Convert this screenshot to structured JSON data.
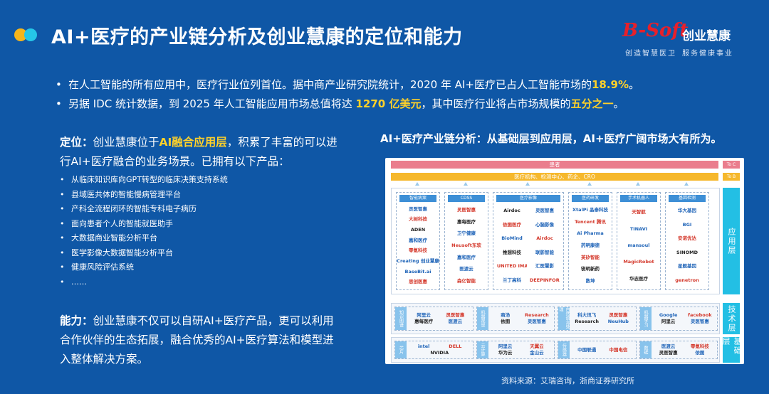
{
  "header": {
    "title": "AI+医疗的产业链分析及创业慧康的定位和能力",
    "logo_mark": "B-Soft",
    "logo_name": "创业慧康",
    "logo_slogan_1": "创造智慧医卫",
    "logo_slogan_2": "服务健康事业"
  },
  "bullets": [
    {
      "pre": "在人工智能的所有应用中，医疗行业位列首位。据中商产业研究院统计，2020 年 AI+医疗已占人工智能市场的",
      "hl": "18.9%",
      "post": "。"
    },
    {
      "pre": "另据 IDC 统计数据，到 2025 年人工智能应用市场总值将达 ",
      "hl": "1270 亿美元",
      "post": "，其中医疗行业将占市场规模的",
      "hl2": "五分之一",
      "post2": "。"
    }
  ],
  "positioning": {
    "label": "定位：",
    "pre": "创业慧康位于",
    "hl": "AI融合应用层",
    "post": "，积累了丰富的可以进行AI+医疗融合的业务场景。已拥有以下产品：",
    "products": [
      "从临床知识库向GPT转型的临床决策支持系统",
      "县域医共体的智能慢病管理平台",
      "产科全流程闭环的智能专科电子病历",
      "面向患者个人的智能就医助手",
      "大数据商业智能分析平台",
      "医学影像大数据智能分析平台",
      "健康风险评估系统",
      "……"
    ]
  },
  "capability": {
    "label": "能力：",
    "text": "创业慧康不仅可以自研AI+医疗产品，更可以利用合作伙伴的生态拓展，融合优秀的AI+医疗算法和模型进入整体解决方案。"
  },
  "chain": {
    "title": "AI+医疗产业链分析：从基础层到应用层，AI+医疗广阔市场大有所为。",
    "bar_top": "患者",
    "bar_mid": "医疗机构、检测中心、药企、CRO",
    "tag_top": "To C",
    "tag_mid": "To B",
    "layer_app": "应用层",
    "layer_tech": "技术层",
    "layer_base": "基础层",
    "app_columns": [
      {
        "head": "智能病案",
        "items": [
          "灵医智惠",
          "大树科技",
          "ADEN",
          "嘉和医疗",
          "零氪科技",
          "Creating 创业慧康",
          "BaseBit.ai",
          "思创医惠"
        ]
      },
      {
        "head": "CDSS",
        "items": [
          "灵医智惠",
          "惠每医疗",
          "卫宁健康",
          "Neusoft东软",
          "嘉和医疗",
          "医渡云",
          "森亿智能"
        ]
      },
      {
        "head": "医疗影像",
        "items": [
          "Airdoc",
          "灵医智惠",
          "依图医疗",
          "心脑影像",
          "BioMind",
          "Airdoc",
          "推想科技",
          "联影智能",
          "UNITED IMAGING",
          "汇医慧影",
          "兰丁高科",
          "DEEPINFORMATICS++"
        ]
      },
      {
        "head": "医药研发",
        "items": [
          "XtalPi 晶泰科技",
          "Tencent 腾讯",
          "Ai Pharma",
          "药明康德",
          "英矽智能",
          "锐明新药",
          "数坤"
        ]
      },
      {
        "head": "手术机器人",
        "items": [
          "天智航",
          "TINAVI",
          "mansoul",
          "MagicRobot",
          "华志医疗"
        ]
      },
      {
        "head": "基因检测",
        "items": [
          "华大基因",
          "BGI",
          "安诺优达",
          "SINOMD",
          "星舰基因",
          "genetron"
        ]
      }
    ],
    "tech_groups": [
      {
        "label": "知识图谱",
        "items": [
          "阿里云",
          "灵医智惠",
          "惠每医疗",
          "医渡云"
        ]
      },
      {
        "label": "机器视觉",
        "items": [
          "商汤",
          "Research",
          "依图",
          "灵医智惠"
        ]
      },
      {
        "label": "自然语言处理",
        "items": [
          "科大讯飞",
          "灵医智惠",
          "Research",
          "NeuHub"
        ]
      },
      {
        "label": "机器学习",
        "items": [
          "Google",
          "facebook",
          "阿里云",
          "灵医智惠"
        ]
      }
    ],
    "base_groups": [
      {
        "label": "芯片",
        "items": [
          "intel",
          "DELL",
          "NVIDIA"
        ]
      },
      {
        "label": "云计算",
        "items": [
          "阿里云",
          "天翼云",
          "华为云",
          "金山云"
        ]
      },
      {
        "label": "传感器",
        "items": [
          "中国联通",
          "中国电信"
        ]
      },
      {
        "label": "数据",
        "items": [
          "医渡云",
          "零氪科技",
          "灵医智惠",
          "依图"
        ]
      }
    ],
    "source": "资料来源：艾瑞咨询，浙商证券研究所"
  }
}
